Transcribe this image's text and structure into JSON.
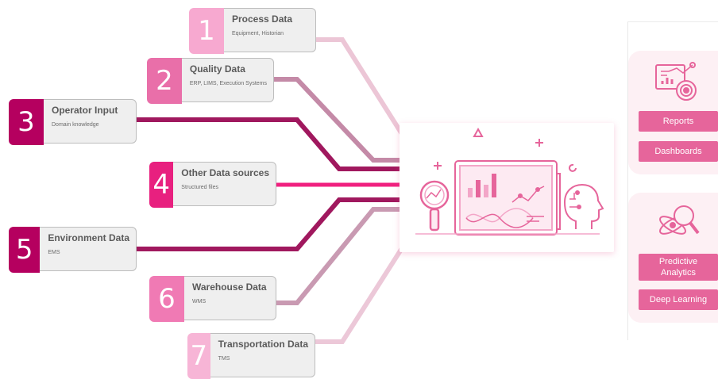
{
  "sources": [
    {
      "num": "1",
      "title": "Process Data",
      "subtitle": "Equipment, Historian",
      "color": "#f7a9d0"
    },
    {
      "num": "2",
      "title": "Quality Data",
      "subtitle": "ERP, LIMS, Execution Systems",
      "color": "#e96fa9"
    },
    {
      "num": "3",
      "title": "Operator Input",
      "subtitle": "Domain knowledge",
      "color": "#b5005f"
    },
    {
      "num": "4",
      "title": "Other Data sources",
      "subtitle": "Structured files",
      "color": "#e8207f"
    },
    {
      "num": "5",
      "title": "Environment Data",
      "subtitle": "EMS",
      "color": "#b5005f"
    },
    {
      "num": "6",
      "title": "Warehouse Data",
      "subtitle": "WMS",
      "color": "#f07ab4"
    },
    {
      "num": "7",
      "title": "Transportation Data",
      "subtitle": "TMS",
      "color": "#f7b5d6"
    }
  ],
  "line_colors": [
    "#ecc6d6",
    "#c48aa7",
    "#a0185e",
    "#f0207f",
    "#a0185e",
    "#c99ab2",
    "#ecc8d8"
  ],
  "outputs": {
    "reporting_buttons": [
      "Reports",
      "Dashboards"
    ],
    "analytics_buttons": [
      "Predictive Analytics",
      "Deep Learning"
    ],
    "accent": "#e6659b"
  },
  "icons": [
    "analytics-dashboard-icon",
    "report-chart-icon",
    "atom-magnifier-icon",
    "ai-head-icon"
  ]
}
